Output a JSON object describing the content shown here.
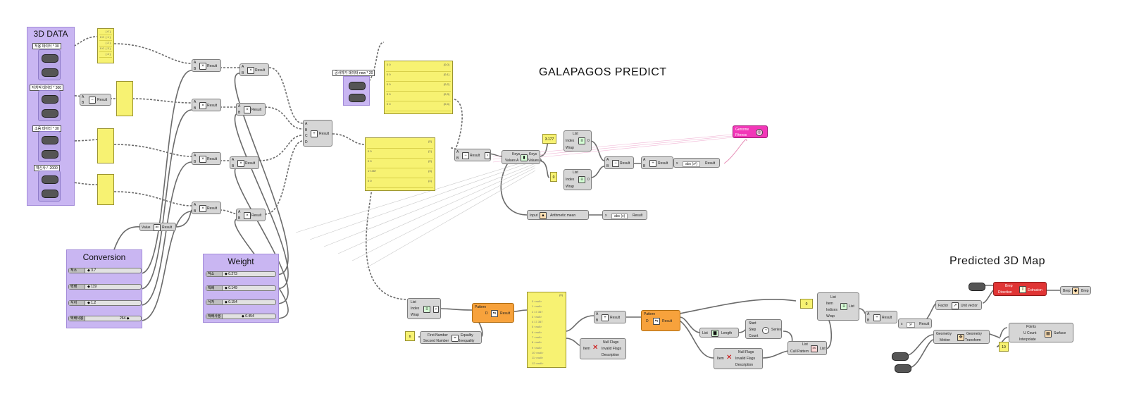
{
  "titles": {
    "galapagos": "GALAPAGOS PREDICT",
    "predicted": "Predicted 3D Map"
  },
  "groups": {
    "data3d": {
      "title": "3D DATA",
      "labels": [
        "적용 데이터 * 30",
        "자치적 데이터 * 300",
        "소음 데이터 * 30",
        "혁신사 / -2000"
      ]
    },
    "conversion": {
      "title": "Conversion",
      "sliders": [
        {
          "name": "적소",
          "value": "◆ 3.7"
        },
        {
          "name": "택배",
          "value": "◆ 119"
        },
        {
          "name": "식자",
          "value": "◆ 1.2"
        },
        {
          "name": "택배사봉",
          "value": "264 ◆"
        }
      ]
    },
    "weight": {
      "title": "Weight",
      "sliders": [
        {
          "name": "적소",
          "value": "◆ 0.273"
        },
        {
          "name": "택배",
          "value": "◆ 0.149"
        },
        {
          "name": "식자",
          "value": "◆ 0.154"
        },
        {
          "name": "택배사봉",
          "value": "◆ 0.454"
        }
      ]
    },
    "input_note": "공사자가 데이터 new * 20"
  },
  "labels": {
    "a": "A",
    "b": "B",
    "c": "C",
    "d": "D",
    "result": "Result",
    "value": "Value",
    "list": "List",
    "index": "Index",
    "wrap": "Wrap",
    "keys": "Keys",
    "values_a": "Values A",
    "input": "Input",
    "arith": "Arithmetic mean",
    "genome": "Genome",
    "fitness": "Fitness",
    "x": "x",
    "abs_sq": "abs (x²)",
    "abs_x": "abs (x)",
    "pattern": "Pattern",
    "first_number": "First Number",
    "second_number": "Second Number",
    "equality": "Equality",
    "inequality": "Inequality",
    "null_flags": "Null Flags",
    "item": "Item",
    "invalid_flags": "Invalid Flags",
    "description": "Description",
    "length": "Length",
    "start": "Start",
    "step": "Step",
    "count": "Count",
    "series": "Series",
    "cull_pattern": "Cull Pattern",
    "indices": "Indices",
    "factor": "Factor",
    "unit_vector": "Unit vector",
    "geometry": "Geometry",
    "motion": "Motion",
    "transform": "Transform",
    "points": "Points",
    "u_count": "U Count",
    "interpolate": "Interpolate",
    "surface": "Surface",
    "brep": "Brep",
    "direction": "Direction",
    "extrusion": "Extrusion",
    "x_sq": "x²",
    "n_value": "n",
    "num_117": "3.177",
    "num_0": "0",
    "num_10": "10",
    "num_i": "0",
    "d_letter": "D",
    "list_header": "{0}"
  },
  "panels": {
    "top_small": [
      {
        "l": "",
        "r": "{ 0 }"
      },
      {
        "l": "0 0",
        "r": "{ 1 }"
      },
      {
        "l": "",
        "r": "{ 2 }"
      },
      {
        "l": "0 0",
        "r": "{ 3 }"
      },
      {
        "l": "",
        "r": "{ 4 }"
      }
    ],
    "top_big": [
      {
        "l": "0 0",
        "r": "{0;0}"
      },
      {
        "l": "0 0",
        "r": "{0;1}"
      },
      {
        "l": "0 0",
        "r": "{0;2}"
      },
      {
        "l": "0 0",
        "r": "{0;3}"
      },
      {
        "l": "0 0",
        "r": "{0;4}"
      }
    ],
    "mid_big": [
      {
        "l": "",
        "r": "{0}"
      },
      {
        "l": "0 0",
        "r": "{1}"
      },
      {
        "l": "0 0",
        "r": "{2}"
      },
      {
        "l": "17.357",
        "r": "{3}"
      },
      {
        "l": "0 0",
        "r": "{4}"
      }
    ],
    "list_values": [
      "0 <null>",
      "1 <null>",
      "2 17.357",
      "3 <null>",
      "4 17.357",
      "5 <null>",
      "6 <null>",
      "7 <null>",
      "8 <null>",
      "9 <null>",
      "10 <null>",
      "11 <null>",
      "12 <null>"
    ]
  },
  "colors": {
    "group": "#c9b6f2",
    "panel": "#f7f272",
    "node": "#d6d6d6",
    "orange": "#f7a23c",
    "pink": "#f237b8",
    "red": "#e03535",
    "wire": "#555555"
  }
}
